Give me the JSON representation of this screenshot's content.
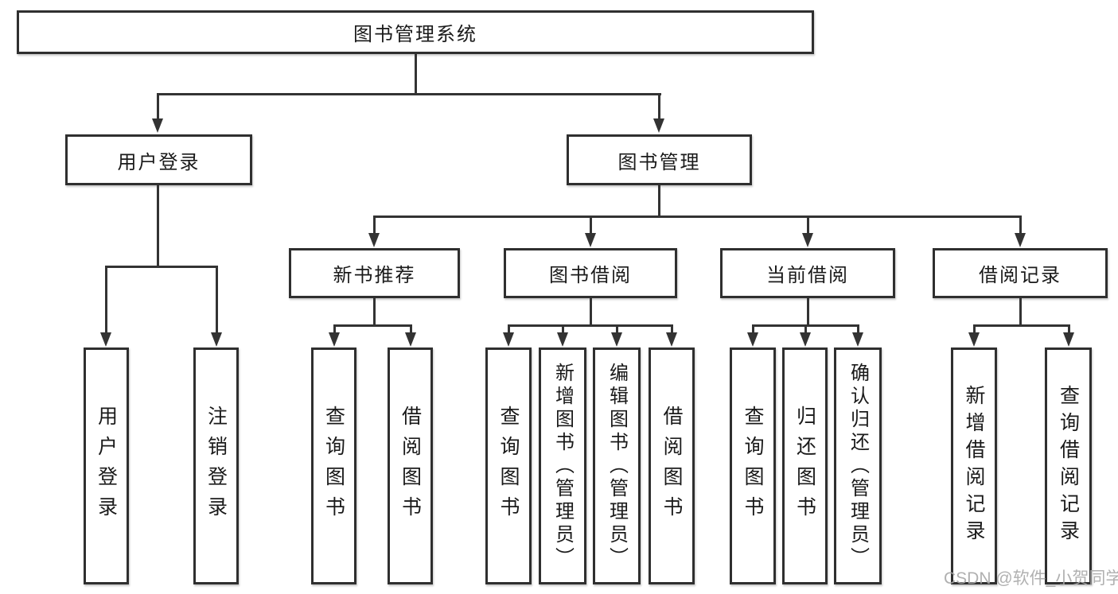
{
  "nodes": {
    "root": "图书管理系统",
    "user_login": "用户登录",
    "book_mgmt": "图书管理",
    "new_books": "新书推荐",
    "book_borrow": "图书借阅",
    "current_borrow": "当前借阅",
    "borrow_records": "借阅记录"
  },
  "leaves": {
    "login": [
      "用户登录",
      "注销登录"
    ],
    "new_books": [
      "查询图书",
      "借阅图书"
    ],
    "book_borrow": [
      "查询图书",
      "新增图书（管理员）",
      "编辑图书（管理员）",
      "借阅图书"
    ],
    "current_borrow": [
      "查询图书",
      "归还图书",
      "确认归还（管理员）"
    ],
    "borrow_records": [
      "新增借阅记录",
      "查询借阅记录"
    ]
  },
  "watermark": "CSDN @软件_小贺同学",
  "colors": {
    "line": "#333333",
    "border": "#2f2f2f",
    "text": "#1a1a1a",
    "watermark": "#a8a8a8",
    "background": "#ffffff"
  }
}
